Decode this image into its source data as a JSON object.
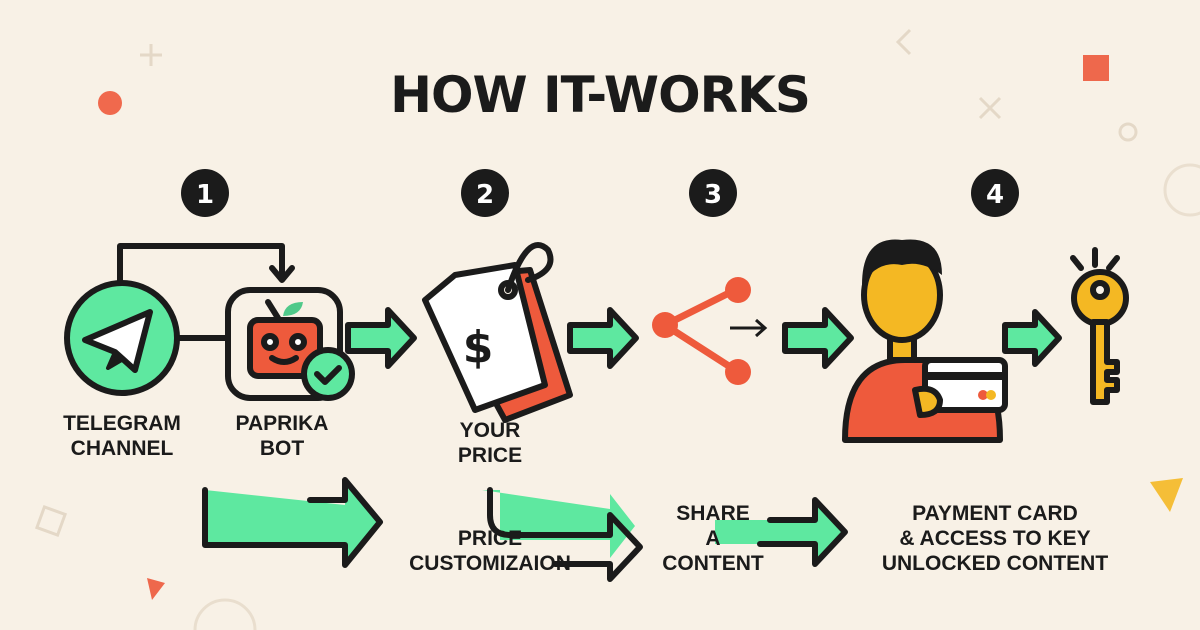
{
  "title": "HOW IT-WORKS",
  "colors": {
    "background": "#f8f1e6",
    "green": "#5ee8a0",
    "red": "#ee5a3c",
    "yellow": "#f4b823",
    "ink": "#1b1b1b"
  },
  "steps": [
    {
      "number": "1",
      "items": [
        {
          "icon": "telegram-icon",
          "label_line1": "TELEGRAM",
          "label_line2": "CHANNEL"
        },
        {
          "icon": "robot-icon",
          "label_line1": "PAPRIKA",
          "label_line2": "BOT"
        }
      ]
    },
    {
      "number": "2",
      "icon": "price-tag-icon",
      "tag_symbol": "$",
      "label_line1": "YOUR",
      "label_line2": "PRICE"
    },
    {
      "number": "3",
      "icon": "share-icon"
    },
    {
      "number": "4",
      "icon": "person-payment-card-icon",
      "extra_icon": "key-icon"
    }
  ],
  "bottom_labels": [
    {
      "line1": "PRICE",
      "line2": "CUSTOMIZAION"
    },
    {
      "line1": "SHARE",
      "line2": "A",
      "line3": "CONTENT"
    },
    {
      "line1": "PAYMENT CARD",
      "line2": "& ACCESS TO KEY",
      "line3": "UNLOCKED CONTENT"
    }
  ]
}
